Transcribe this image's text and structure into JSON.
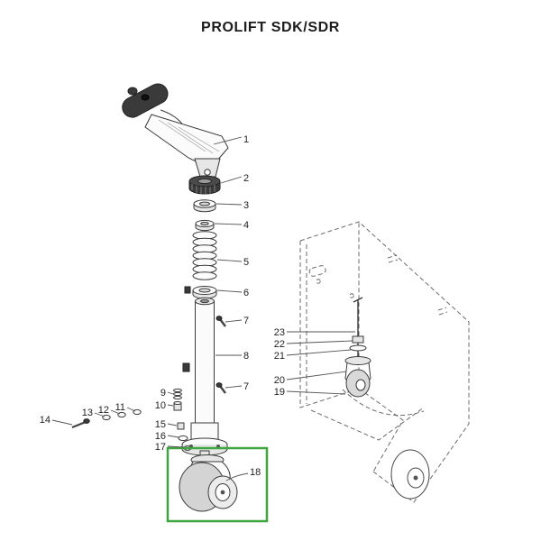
{
  "title": "PROLIFT SDK/SDR",
  "highlight": {
    "color": "#3fa63f",
    "highlighted_part": "18"
  },
  "colors": {
    "line": "#3a3a3a",
    "dashed_outline": "#6b6b6b",
    "highlight": "#3fa63f"
  },
  "callouts": [
    {
      "text": "1"
    },
    {
      "text": "2"
    },
    {
      "text": "3"
    },
    {
      "text": "4"
    },
    {
      "text": "5"
    },
    {
      "text": "6"
    },
    {
      "text": "7"
    },
    {
      "text": "8"
    },
    {
      "text": "7"
    },
    {
      "text": "9"
    },
    {
      "text": "10"
    },
    {
      "text": "11"
    },
    {
      "text": "12"
    },
    {
      "text": "13"
    },
    {
      "text": "14"
    },
    {
      "text": "15"
    },
    {
      "text": "16"
    },
    {
      "text": "17"
    },
    {
      "text": "18"
    },
    {
      "text": "19"
    },
    {
      "text": "20"
    },
    {
      "text": "21"
    },
    {
      "text": "22"
    },
    {
      "text": "23"
    }
  ]
}
